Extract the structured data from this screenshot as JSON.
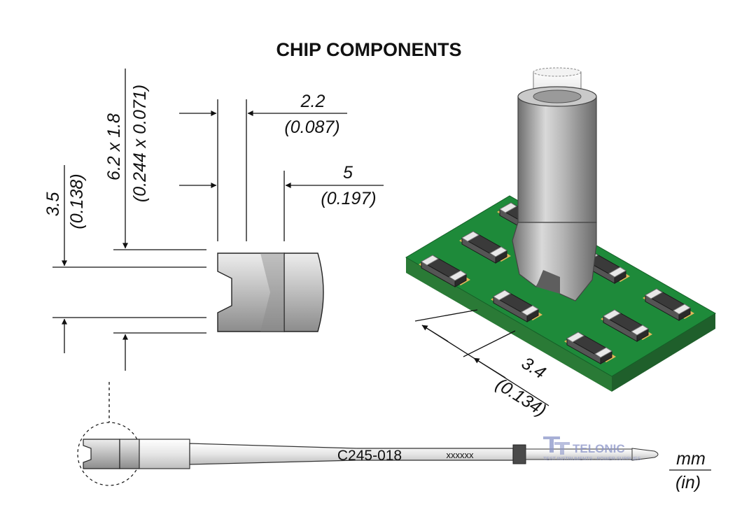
{
  "title": "CHIP COMPONENTS",
  "dimensions": {
    "width_top_mm": "2.2",
    "width_top_in": "(0.087)",
    "length_mm": "5",
    "length_in": "(0.197)",
    "cross_section_mm": "6.2 x 1.8",
    "cross_section_in": "(0.244 x 0.071)",
    "height_mm": "3.5",
    "height_in": "(0.138)",
    "slot_mm": "3.4",
    "slot_in": "(0.134)"
  },
  "part_number": "C245-018",
  "serial_mark": "xxxxxx",
  "units": {
    "top": "mm",
    "bottom": "(in)"
  },
  "watermark": {
    "brand": "TELONIC",
    "tagline": "TEST INSTRUMENTS · POWER SUPPLIES"
  },
  "colors": {
    "pcb": "#1e8a3a",
    "pads": "#e2b85a",
    "chip_body": "#3a3a3a",
    "tip_metal": "#a8a8a8"
  }
}
